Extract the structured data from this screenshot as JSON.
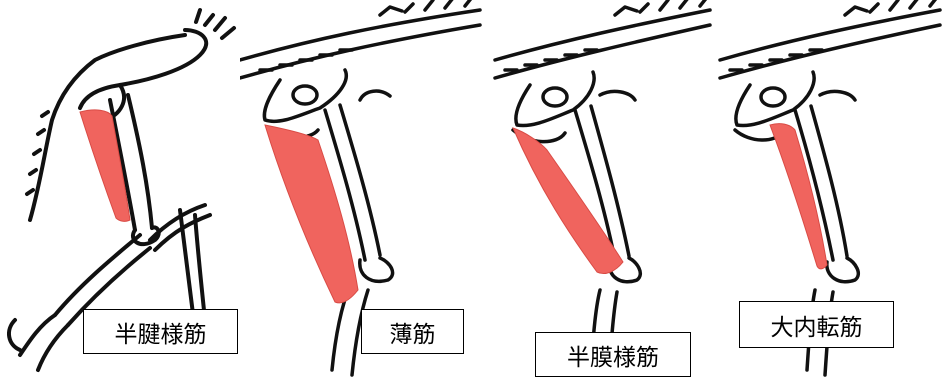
{
  "panels": [
    {
      "label": "半腱様筋"
    },
    {
      "label": "薄筋"
    },
    {
      "label": "半膜様筋"
    },
    {
      "label": "大内転筋"
    }
  ],
  "colors": {
    "muscle": "#f0645e",
    "outline": "#111111",
    "background": "#ffffff"
  }
}
